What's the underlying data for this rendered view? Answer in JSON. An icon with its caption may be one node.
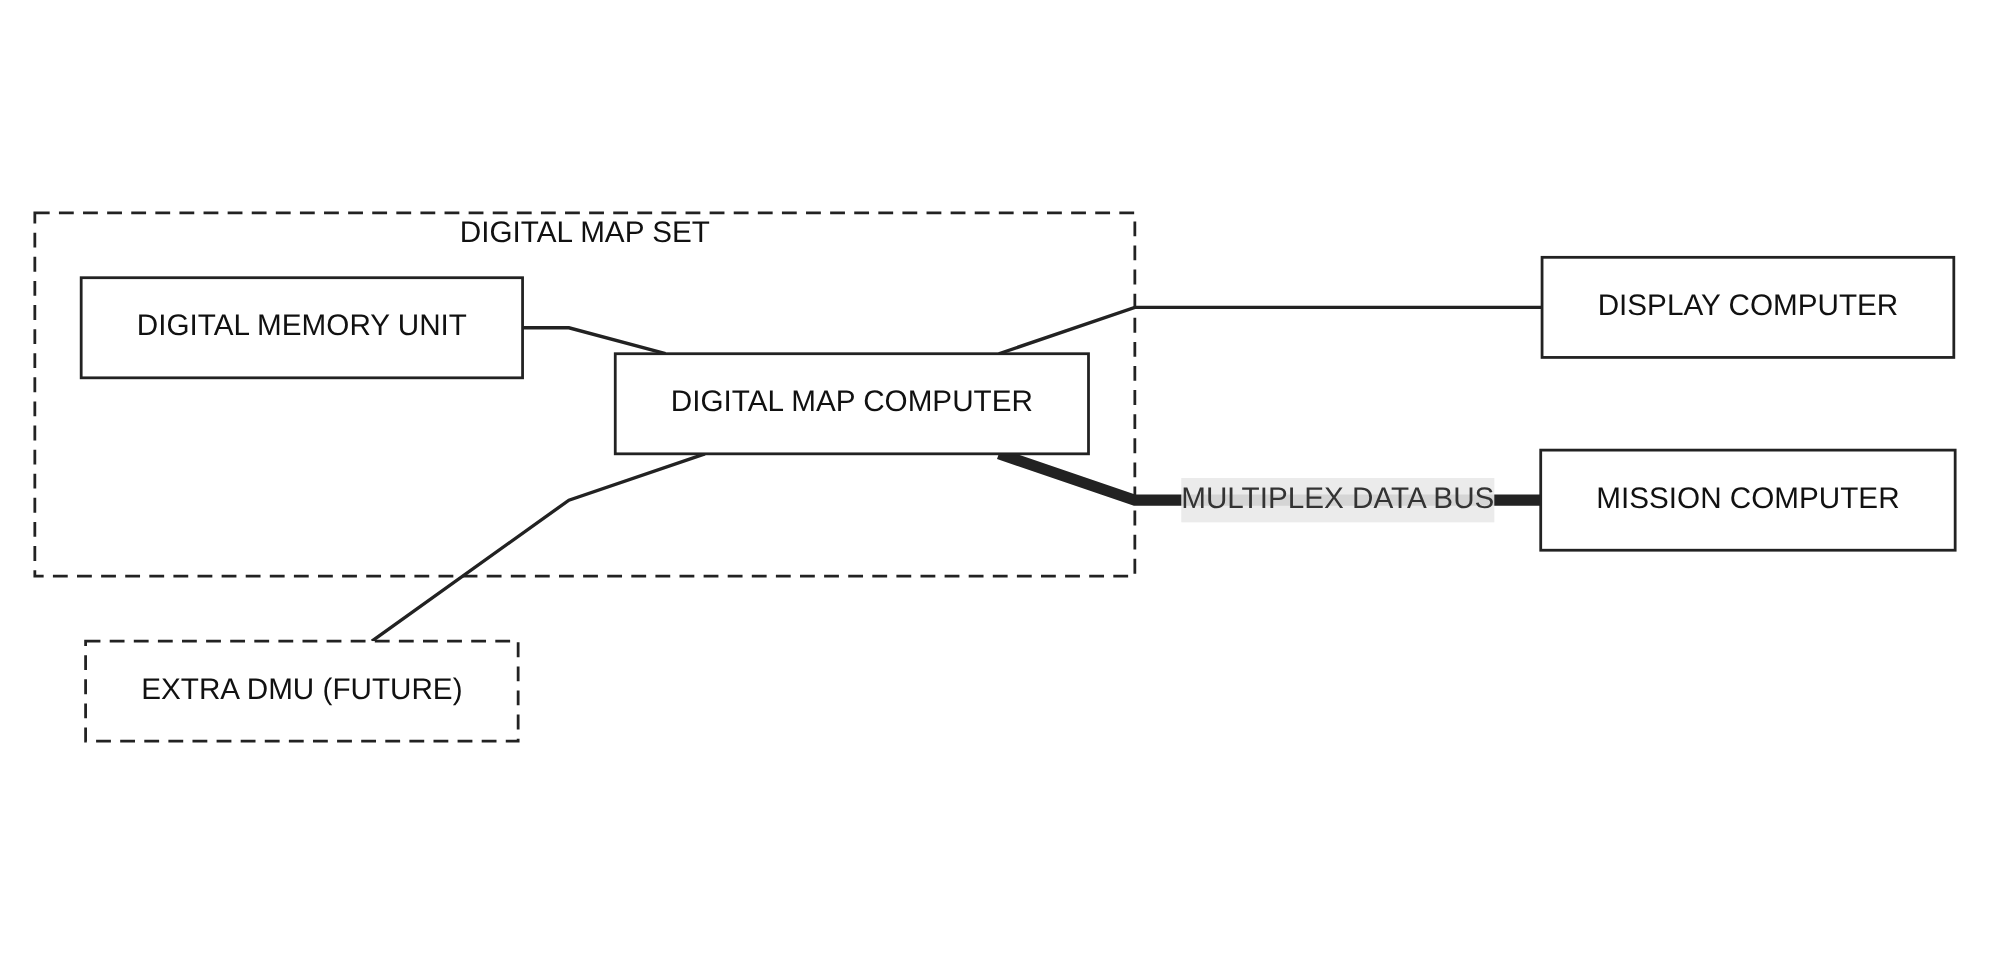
{
  "diagram": {
    "nodes": [
      {
        "text": [
          "DIGITAL MAP SET"
        ]
      },
      {
        "text": [
          "DIGITAL MEMORY UNIT"
        ],
        "in": 0
      },
      {
        "text": [
          "DIGITAL MAP COMPUTER"
        ],
        "in": 0
      },
      {
        "text": [
          "DISPLAY COMPUTER"
        ]
      },
      {
        "text": [
          "EXTRA DMU (FUTURE)"
        ]
      },
      {
        "text": [
          "MISSION COMPUTER"
        ]
      }
    ],
    "edges": [
      {
        "from": 1,
        "to": 2,
        "arrow": "none"
      },
      {
        "from": 4,
        "to": 2,
        "arrow": "none"
      },
      {
        "from": 2,
        "to": 3,
        "arrow": "none"
      },
      {
        "from": 2,
        "to": 5,
        "arrow": "none",
        "label": "MULTIPLEX DATA BUS",
        "style": "thick"
      }
    ]
  }
}
